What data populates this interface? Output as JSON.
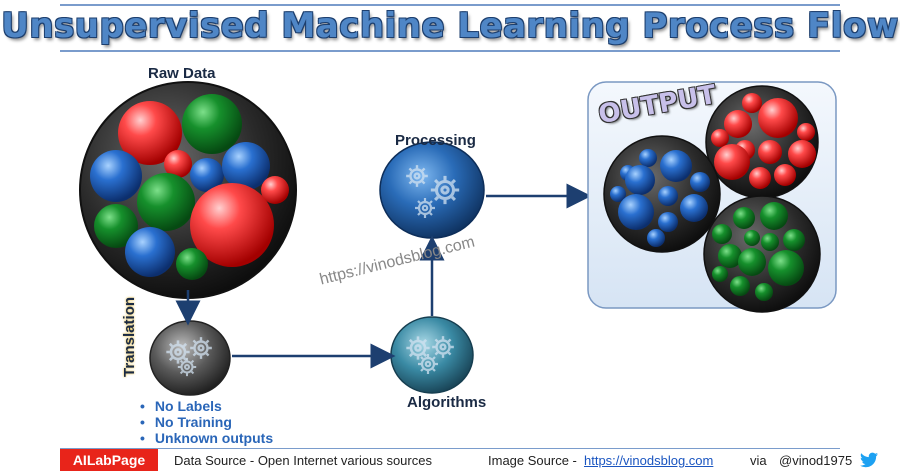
{
  "title": "Unsupervised Machine Learning Process Flow",
  "labels": {
    "raw_data": "Raw Data",
    "processing": "Processing",
    "translation": "Translation",
    "algorithms": "Algorithms",
    "output": "OUTPUT"
  },
  "bullets": [
    "No Labels",
    "No Training",
    "Unknown outputs"
  ],
  "watermark": "https://vinodsblog.com",
  "footer": {
    "badge": "AILabPage",
    "data_source": "Data Source -  Open Internet  various sources",
    "image_source_label": "Image Source -",
    "image_source_link": "https://vinodsblog.com",
    "via": "via",
    "handle": "@vinod1975"
  },
  "icons": {
    "processing_node": "gears-icon",
    "translation_node": "gears-icon",
    "algorithms_node": "gears-icon",
    "social": "twitter-bird-icon"
  },
  "colors": {
    "title": "#4f86c6",
    "red_cluster": "#e8262a",
    "green_cluster": "#138a2a",
    "blue_cluster": "#1e63c0",
    "badge": "#e8241a",
    "arrow": "#1d3f70"
  }
}
